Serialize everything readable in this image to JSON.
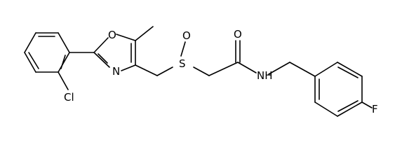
{
  "molecule": {
    "labels": {
      "oxazole_o": "O",
      "oxazole_n": "N",
      "sulfoxide_s": "S",
      "sulfoxide_o": "O",
      "carbonyl_o": "O",
      "amide_nh": "NH",
      "chloro": "Cl",
      "fluoro": "F"
    }
  }
}
